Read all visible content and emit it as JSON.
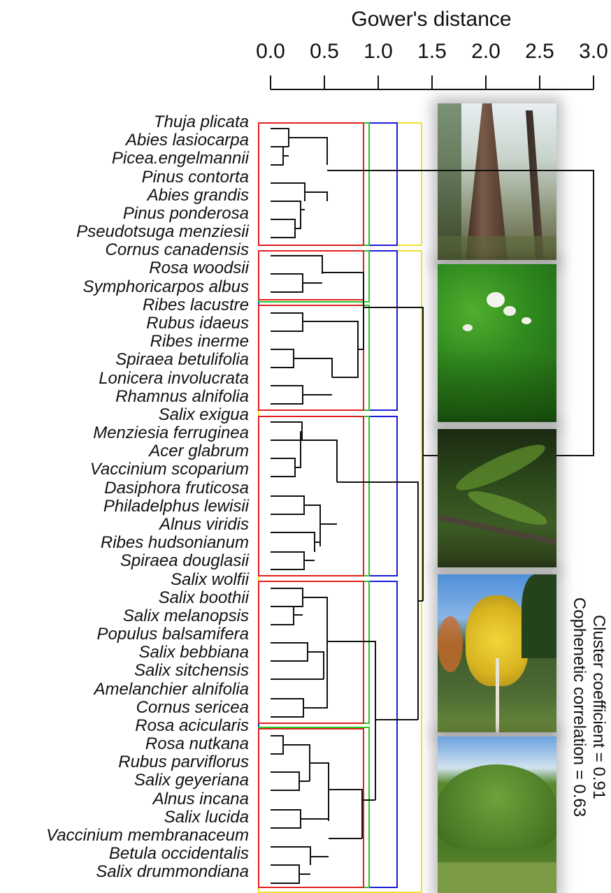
{
  "axis": {
    "title": "Gower's distance",
    "ticks": [
      "0.0",
      "0.5",
      "1.0",
      "1.5",
      "2.0",
      "2.5",
      "3.0"
    ]
  },
  "species": [
    "Thuja plicata",
    "Abies lasiocarpa",
    "Picea.engelmannii",
    "Pinus contorta",
    "Abies grandis",
    "Pinus ponderosa",
    "Pseudotsuga menziesii",
    "Cornus canadensis",
    "Rosa woodsii",
    "Symphoricarpos albus",
    "Ribes lacustre",
    "Rubus idaeus",
    "Ribes inerme",
    "Spiraea betulifolia",
    "Lonicera involucrata",
    "Rhamnus alnifolia",
    "Salix exigua",
    "Menziesia ferruginea",
    "Acer glabrum",
    "Vaccinium scoparium",
    "Dasiphora fruticosa",
    "Philadelphus lewisii",
    "Alnus viridis",
    "Ribes hudsonianum",
    "Spiraea douglasii",
    "Salix wolfii",
    "Salix boothii",
    "Salix melanopsis",
    "Populus balsamifera",
    "Salix bebbiana",
    "Salix sitchensis",
    "Amelanchier alnifolia",
    "Cornus sericea",
    "Rosa acicularis",
    "Rosa nutkana",
    "Rubus parviflorus",
    "Salix geyeriana",
    "Alnus incana",
    "Salix lucida",
    "Vaccinium membranaceum",
    "Betula occidentalis",
    "Salix drummondiana"
  ],
  "stats": {
    "cluster_coefficient": "Cluster coefficient = 0.91",
    "cophenetic_correlation": "Cophenetic correlation = 0.63"
  },
  "photos": [
    {
      "name": "conifer-forest-photo",
      "palette": "forest"
    },
    {
      "name": "flowering-shrub-photo",
      "palette": "shrub"
    },
    {
      "name": "dark-understory-photo",
      "palette": "understory"
    },
    {
      "name": "yellow-aspen-photo",
      "palette": "autumn"
    },
    {
      "name": "willow-thicket-photo",
      "palette": "thicket"
    }
  ],
  "colors": {
    "dendrogram": "#000000",
    "cluster_box_red": "#e02020",
    "cluster_box_green": "#22cc22",
    "cluster_box_blue": "#1c1cd8",
    "cluster_box_yellow": "#f0e030"
  }
}
